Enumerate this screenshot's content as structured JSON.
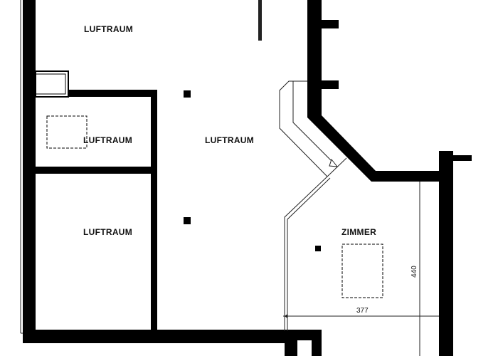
{
  "floorplan": {
    "rooms": [
      {
        "id": "luftraum-top-left",
        "label": "LUFTRAUM"
      },
      {
        "id": "luftraum-small-left",
        "label": "LUFTRAUM"
      },
      {
        "id": "luftraum-center",
        "label": "LUFTRAUM"
      },
      {
        "id": "luftraum-bottom-left",
        "label": "LUFTRAUM"
      },
      {
        "id": "zimmer",
        "label": "ZIMMER"
      }
    ],
    "dimensions": {
      "zimmer_width": "377",
      "zimmer_depth": "440"
    },
    "colors": {
      "wall": "#000000",
      "background": "#ffffff",
      "line": "#222222"
    }
  }
}
